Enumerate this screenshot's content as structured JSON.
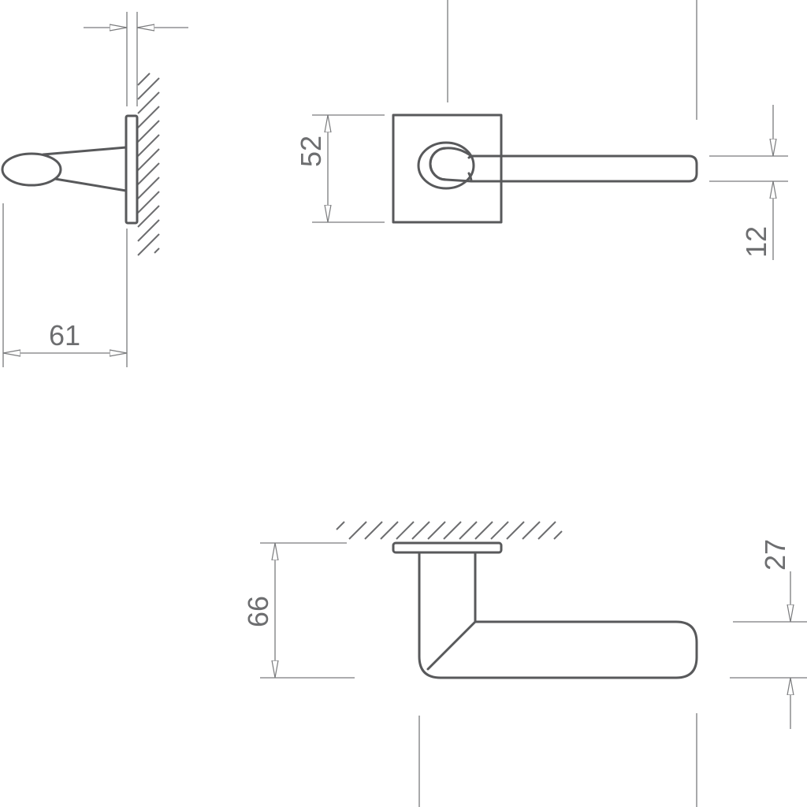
{
  "dimensions": {
    "projection": "61",
    "rose_size": "52",
    "lever_thickness": "12",
    "lever_height": "66",
    "lever_width": "27"
  }
}
